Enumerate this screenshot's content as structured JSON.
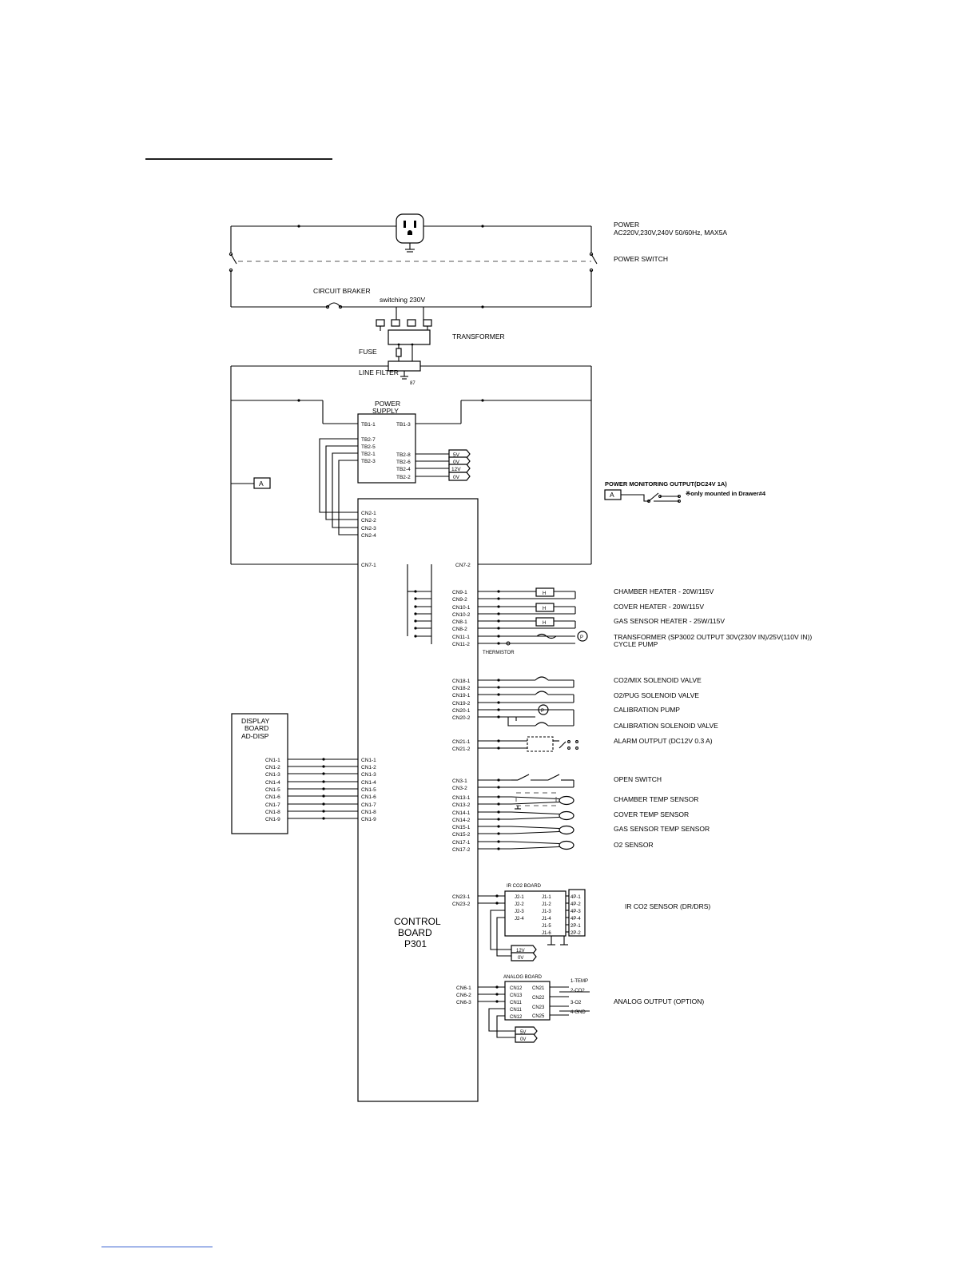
{
  "top_labels": {
    "power": "POWER",
    "power_spec": "AC220V,230V,240V 50/60Hz, MAX5A",
    "power_switch": "POWER SWITCH",
    "circuit_braker": "CIRCUIT BRAKER",
    "switching": "switching 230V",
    "transformer": "TRANSFORMER",
    "fuse": "FUSE",
    "line_filter": "LINE FILTER",
    "ground_ref": "87",
    "power_supply": [
      "POWER",
      "SUPPLY"
    ],
    "ps_pins_left": [
      "TB1-1",
      "TB2-7",
      "TB2-5",
      "TB2-1",
      "TB2-3"
    ],
    "ps_pin_tb13": "TB1-3",
    "ps_pins_right": [
      "TB2-8",
      "TB2-6",
      "TB2-4",
      "TB2-2"
    ],
    "ps_outputs": [
      "5V",
      "0V",
      "12V",
      "0V"
    ],
    "a_tag": "A",
    "monitor_output": "POWER MONITORING OUTPUT(DC24V 1A)",
    "monitor_note": "※only mounted in Drawer#4"
  },
  "control_board": {
    "title_lines": [
      "CONTROL",
      "BOARD",
      "P301"
    ],
    "cn2_pins": [
      "CN2-1",
      "CN2-2",
      "CN2-3",
      "CN2-4"
    ],
    "cn7_left": "CN7-1",
    "cn7_right": "CN7-2",
    "cn1_pins": [
      "CN1-1",
      "CN1-2",
      "CN1-3",
      "CN1-4",
      "CN1-5",
      "CN1-6",
      "CN1-7",
      "CN1-8",
      "CN1-9"
    ]
  },
  "display_board": {
    "title_lines": [
      "DISPLAY",
      "BOARD",
      "AD-DISP"
    ],
    "pins": [
      "CN1-1",
      "CN1-2",
      "CN1-3",
      "CN1-4",
      "CN1-5",
      "CN1-6",
      "CN1-7",
      "CN1-8",
      "CN1-9"
    ]
  },
  "heater_group": {
    "pins": [
      "CN9-1",
      "CN9-2",
      "CN10-1",
      "CN10-2",
      "CN8-1",
      "CN8-2",
      "CN11-1",
      "CN11-2"
    ],
    "h_label": "H",
    "p_label": "P",
    "thermistor": "THERMISTOR",
    "labels": [
      "CHAMBER  HEATER - 20W/115V",
      "COVER HEATER - 20W/115V",
      "GAS SENSOR HEATER - 25W/115V",
      "TRANSFORMER (SP3002 OUTPUT 30V(230V IN)/25V(110V IN))",
      "CYCLE PUMP"
    ]
  },
  "valve_group": {
    "pins": [
      "CN18-1",
      "CN18-2",
      "CN19-1",
      "CN19-2",
      "CN20-1",
      "CN20-2"
    ],
    "alarm_pins": [
      "CN21-1",
      "CN21-2"
    ],
    "labels": [
      "CO2/MIX SOLENOID  VALVE",
      "O2/PUG SOLENOID  VALVE",
      "CALIBRATION PUMP",
      "CALIBRATION SOLENOID  VALVE",
      "ALARM OUTPUT  (DC12V 0.3 A)"
    ]
  },
  "sensor_group": {
    "pins": [
      "CN3-1",
      "CN3-2",
      "CN13-1",
      "CN13-2",
      "CN14-1",
      "CN14-2",
      "CN15-1",
      "CN15-2",
      "CN17-1",
      "CN17-2"
    ],
    "labels": [
      "OPEN SWITCH",
      "CHAMBER TEMP SENSOR",
      "COVER TEMP SENSOR",
      "GAS SENSOR TEMP SENSOR",
      "O2 SENSOR"
    ]
  },
  "irco2": {
    "board_title": "IR CO2 BOARD",
    "cn_pins": [
      "CN23-1",
      "CN23-2"
    ],
    "j2_pins": [
      "J2-1",
      "J2-2",
      "J2-3",
      "J2-4"
    ],
    "j1_pins": [
      "J1-1",
      "J1-2",
      "J1-3",
      "J1-4",
      "J1-5",
      "J1-6"
    ],
    "right_pins": [
      "4P-1",
      "4P-2",
      "4P-3",
      "4P-4",
      "2P-1",
      "2P-2"
    ],
    "outputs": [
      "12V",
      "0V"
    ],
    "label": "IR CO2 SENSOR (DR/DRS)"
  },
  "analog": {
    "board_title": "ANALOG BOARD",
    "cn_pins": [
      "CN6-1",
      "CN6-2",
      "CN6-3"
    ],
    "left_pins": [
      "CN12",
      "CN13",
      "CN11",
      "CN11",
      "CN12"
    ],
    "right_pins": [
      "CN21",
      "CN22",
      "CN23",
      "CN25"
    ],
    "outputs_right": [
      "1-TEMP",
      "2-CO2",
      "3-O2",
      "4-GND"
    ],
    "outputs": [
      "5V",
      "0V"
    ],
    "label": "ANALOG OUTPUT (OPTION)"
  }
}
